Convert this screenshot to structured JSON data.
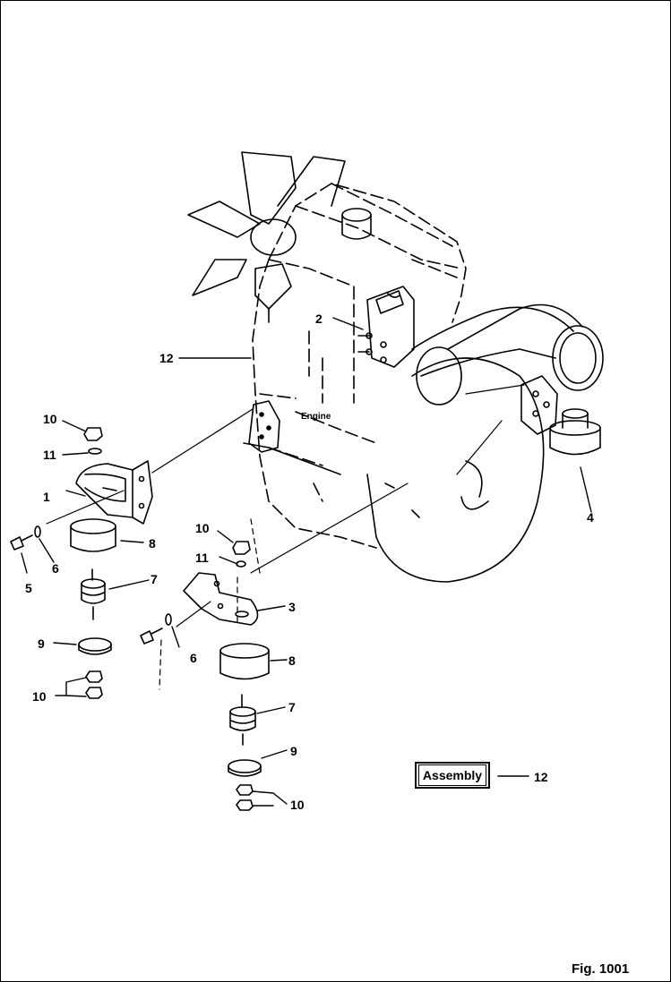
{
  "callouts": {
    "c1": "1",
    "c2": "2",
    "c3": "3",
    "c4": "4",
    "c5": "5",
    "c6a": "6",
    "c6b": "6",
    "c7a": "7",
    "c7b": "7",
    "c8a": "8",
    "c8b": "8",
    "c9a": "9",
    "c9b": "9",
    "c10a": "10",
    "c10b": "10",
    "c10c": "10",
    "c10d": "10",
    "c11a": "11",
    "c11b": "11",
    "c12a": "12",
    "c12b": "12"
  },
  "engine_label": "Engine",
  "assembly_label": "Assembly",
  "figure_caption": "Fig. 1001"
}
